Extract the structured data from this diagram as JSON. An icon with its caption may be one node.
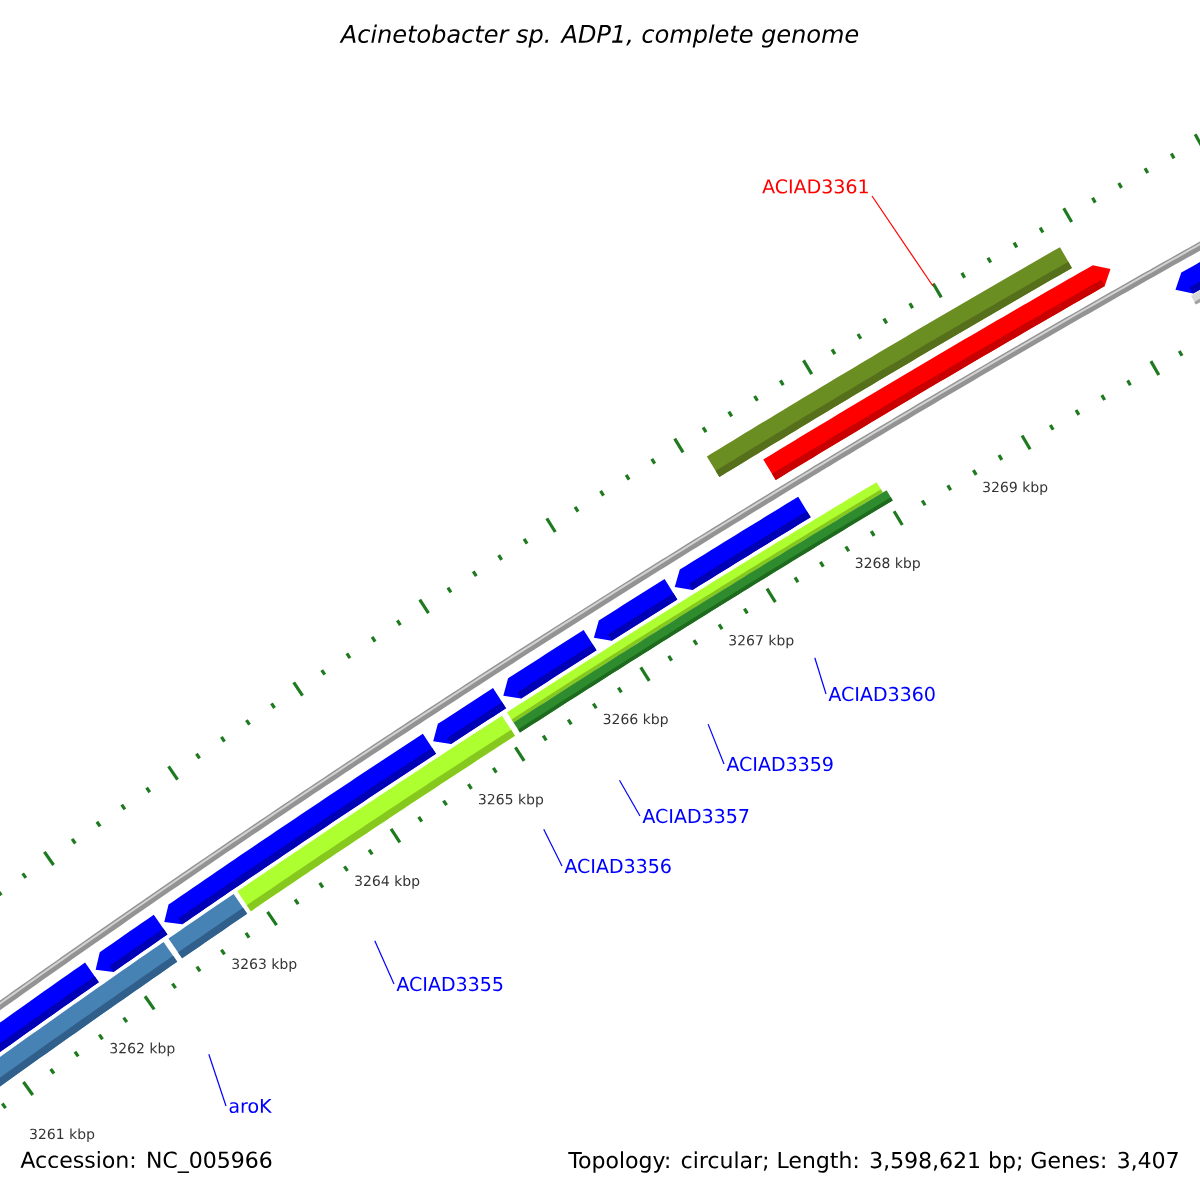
{
  "diagram": {
    "title": "Acinetobacter sp. ADP1, complete genome",
    "nodes": [
      {
        "text": [
          "ACIAD3361"
        ]
      },
      {
        "text": [
          "ACIAD3360"
        ]
      },
      {
        "text": [
          "ACIAD3359"
        ]
      },
      {
        "text": [
          "ACIAD3357"
        ]
      },
      {
        "text": [
          "ACIAD3356"
        ]
      },
      {
        "text": [
          "ACIAD3355"
        ]
      },
      {
        "text": [
          "aroK"
        ]
      }
    ],
    "edges": [
      {
        "from": 0,
        "to": null,
        "arrow": "none",
        "color": "#ff0000"
      },
      {
        "from": 1,
        "to": null,
        "arrow": "none"
      },
      {
        "from": 2,
        "to": null,
        "arrow": "none"
      },
      {
        "from": 3,
        "to": null,
        "arrow": "none"
      },
      {
        "from": 4,
        "to": null,
        "arrow": "none"
      },
      {
        "from": 5,
        "to": null,
        "arrow": "none"
      },
      {
        "from": 6,
        "to": null,
        "arrow": "none"
      }
    ],
    "labels": [
      "3269 kbp",
      "3268 kbp",
      "3267 kbp",
      "3266 kbp",
      "3265 kbp",
      "3264 kbp",
      "3263 kbp",
      "3262 kbp",
      "3261 kbp",
      "Accession: NC_005966",
      "Topology: circular; Length: 3,598,621 bp; Genes: 3,407"
    ]
  }
}
